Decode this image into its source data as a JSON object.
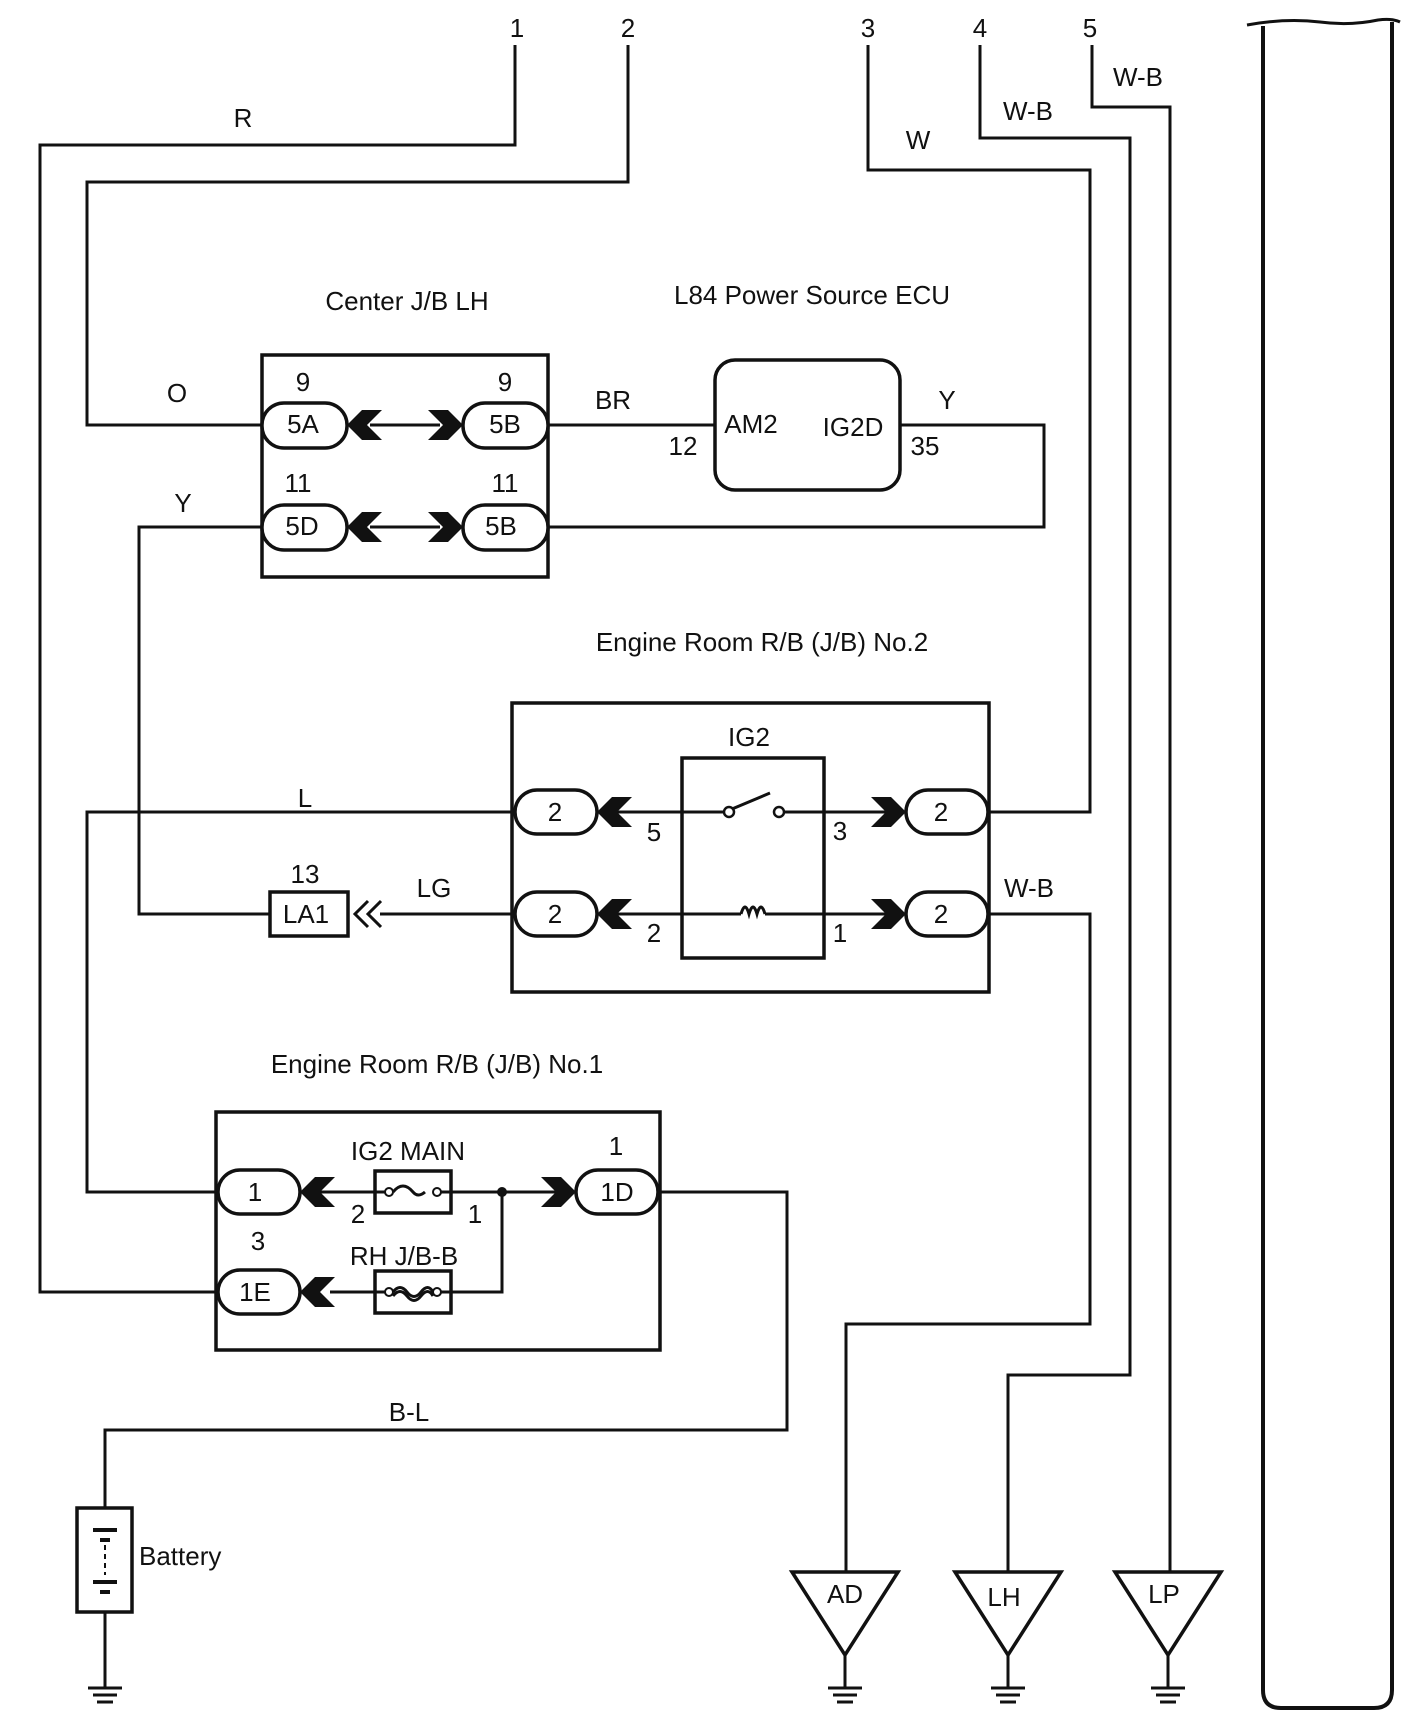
{
  "top_terminals": [
    "1",
    "2",
    "3",
    "4",
    "5"
  ],
  "wires": {
    "r": "R",
    "o": "O",
    "y_left": "Y",
    "br": "BR",
    "y_right": "Y",
    "w": "W",
    "wb4": "W-B",
    "wb5": "W-B",
    "l": "L",
    "lg": "LG",
    "wb_relay": "W-B",
    "bl": "B-L"
  },
  "center_jb": {
    "title": "Center J/B LH",
    "pin_5a_num": "9",
    "pin_5a_label": "5A",
    "pin_5b_top_num": "9",
    "pin_5b_top_label": "5B",
    "pin_5d_num": "11",
    "pin_5d_label": "5D",
    "pin_5b_bottom_num": "11",
    "pin_5b_bottom_label": "5B"
  },
  "ecu": {
    "title": "L84 Power Source ECU",
    "am2": "AM2",
    "ig2d": "IG2D",
    "pin_left": "12",
    "pin_right": "35"
  },
  "rb2": {
    "title": "Engine Room R/B (J/B) No.2",
    "relay": "IG2",
    "conn_left_top": "2",
    "conn_left_bottom": "2",
    "conn_right_top": "2",
    "conn_right_bottom": "2",
    "pin5": "5",
    "pin3": "3",
    "pin2": "2",
    "pin1": "1",
    "la1_num": "13",
    "la1_label": "LA1"
  },
  "rb1": {
    "title": "Engine Room R/B (J/B) No.1",
    "fuse_main": "IG2 MAIN",
    "fuse_rh": "RH J/B-B",
    "conn_1": "1",
    "conn_1d_num": "1",
    "conn_1d": "1D",
    "conn_1e_num": "3",
    "conn_1e": "1E",
    "fuse_pin_left": "2",
    "fuse_pin_right": "1"
  },
  "battery": "Battery",
  "grounds": [
    "AD",
    "LH",
    "LP"
  ]
}
